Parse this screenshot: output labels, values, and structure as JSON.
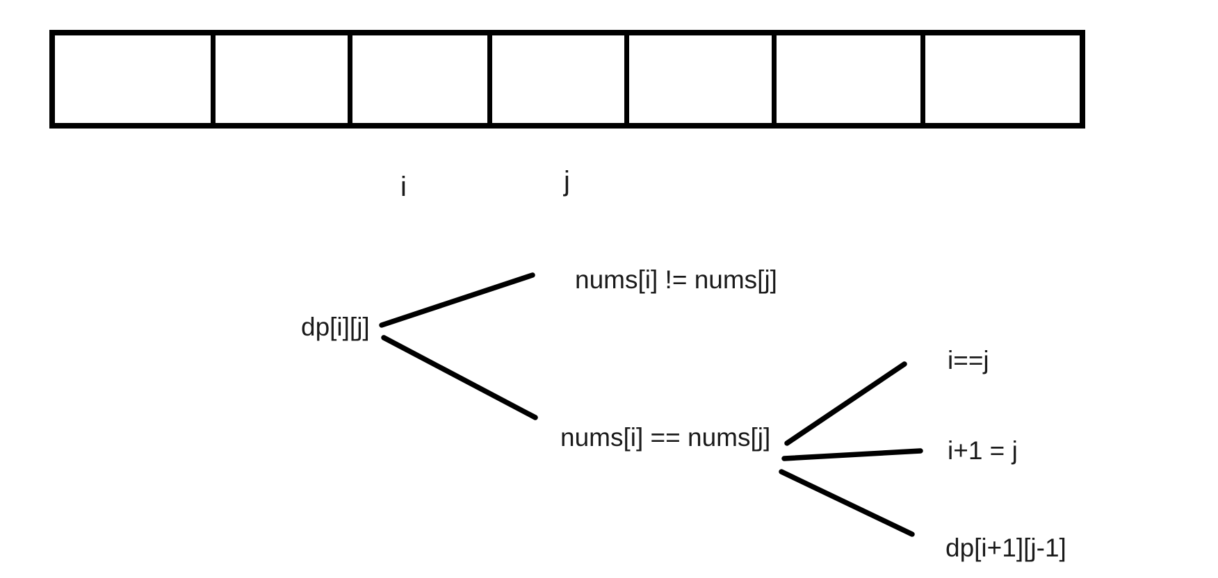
{
  "canvas": {
    "background_color": "#ffffff",
    "ink_color": "#000000",
    "text_color": "#1a1a1a"
  },
  "array": {
    "cell_count": 7,
    "cells": [
      "",
      "",
      "",
      "",
      "",
      "",
      ""
    ],
    "index_labels": [
      {
        "text": "i",
        "under_cell": 3
      },
      {
        "text": "j",
        "under_cell": 4
      }
    ]
  },
  "tree": {
    "root": {
      "label": "dp[i][j]"
    },
    "branches": [
      {
        "label": "nums[i] != nums[j]",
        "children": []
      },
      {
        "label": "nums[i] == nums[j]",
        "children": [
          {
            "label": "i==j"
          },
          {
            "label": "i+1 = j"
          },
          {
            "label": "dp[i+1][j-1]"
          }
        ]
      }
    ]
  }
}
